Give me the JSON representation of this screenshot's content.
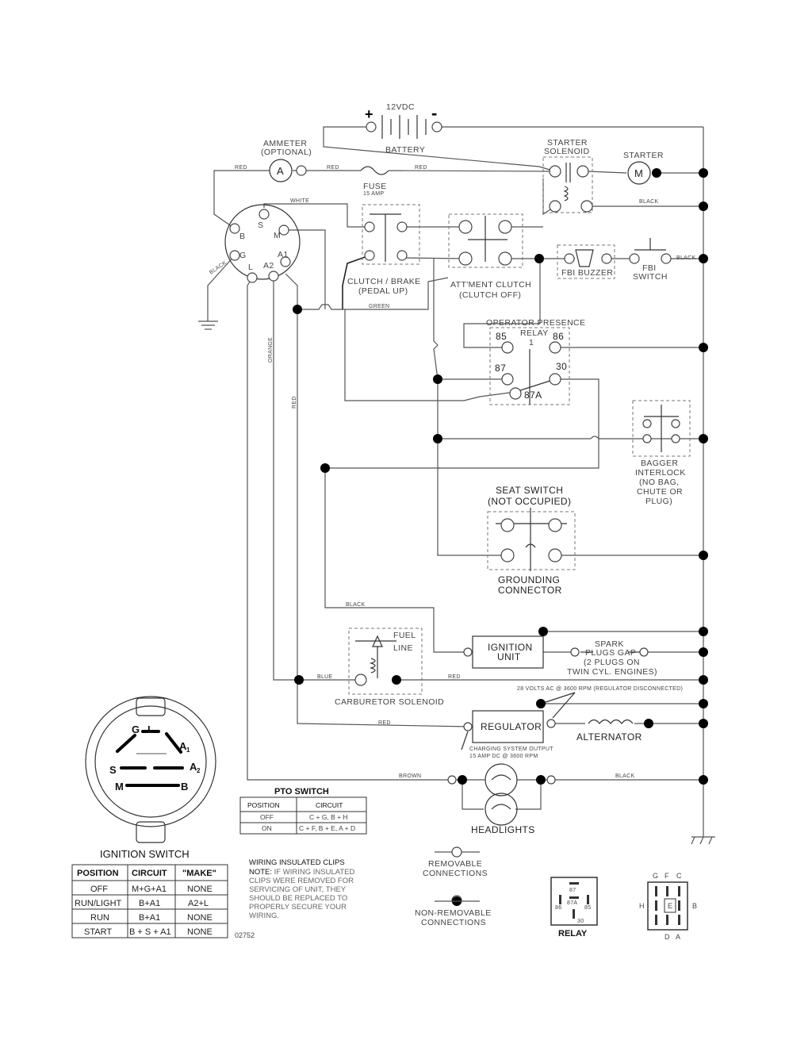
{
  "battery": {
    "voltage": "12VDC",
    "label": "BATTERY",
    "plus": "+",
    "minus": "-"
  },
  "ammeter": {
    "label1": "AMMETER",
    "label2": "(OPTIONAL)",
    "symbol": "A"
  },
  "fuse": {
    "label": "FUSE",
    "rating": "15 AMP"
  },
  "starter_solenoid": {
    "line1": "STARTER",
    "line2": "SOLENOID"
  },
  "starter": {
    "label": "STARTER",
    "symbol": "M"
  },
  "wire_colors": {
    "red": "RED",
    "white": "WHITE",
    "black": "BLACK",
    "green": "GREEN",
    "orange": "ORANGE",
    "blue": "BLUE",
    "brown": "BROWN"
  },
  "ignition_terminals": {
    "b": "B",
    "s": "S",
    "m": "M",
    "g": "G",
    "a1": "A1",
    "l": "L",
    "a2": "A2"
  },
  "clutch_brake": {
    "line1": "CLUTCH / BRAKE",
    "line2": "(PEDAL UP)"
  },
  "attment_clutch": {
    "line1": "ATT'MENT CLUTCH",
    "line2": "(CLUTCH OFF)"
  },
  "fbi_buzzer": "FBI BUZZER",
  "fbi_switch": {
    "line1": "FBI",
    "line2": "SWITCH"
  },
  "operator_relay": {
    "line1": "OPERATOR PRESENCE",
    "line2": "RELAY",
    "num": "1",
    "t85": "85",
    "t86": "86",
    "t87": "87",
    "t30": "30",
    "t87a": "87A"
  },
  "bagger": {
    "lines": [
      "BAGGER",
      "INTERLOCK",
      "(NO BAG,",
      "CHUTE OR",
      "PLUG)"
    ]
  },
  "seat_switch": {
    "line1": "SEAT SWITCH",
    "line2": "(NOT OCCUPIED)"
  },
  "grounding": {
    "line1": "GROUNDING",
    "line2": "CONNECTOR"
  },
  "fuel_line": {
    "line1": "FUEL",
    "line2": "LINE"
  },
  "carb_solenoid": "CARBURETOR SOLENOID",
  "ignition_unit": {
    "line1": "IGNITION",
    "line2": "UNIT"
  },
  "spark": {
    "lines": [
      "SPARK",
      "PLUGS GAP",
      "(2 PLUGS ON",
      "TWIN CYL. ENGINES)"
    ]
  },
  "regulator_note": "28 VOLTS AC @ 3600 RPM (REGULATOR DISCONNECTED)",
  "regulator": "REGULATOR",
  "alternator": "ALTERNATOR",
  "charging": {
    "line1": "CHARGING SYSTEM OUTPUT",
    "line2": "15 AMP DC @ 3600 RPM"
  },
  "headlights": "HEADLIGHTS",
  "ignition_switch": {
    "title": "IGNITION SWITCH",
    "face": {
      "g": "G",
      "l": "L",
      "a1": "A",
      "a1_sub": "1",
      "s": "S",
      "a2": "A",
      "a2_sub": "2",
      "m": "M",
      "b": "B"
    },
    "headers": [
      "POSITION",
      "CIRCUIT",
      "\"MAKE\""
    ],
    "rows": [
      [
        "OFF",
        "M+G+A1",
        "NONE"
      ],
      [
        "RUN/LIGHT",
        "B+A1",
        "A2+L"
      ],
      [
        "RUN",
        "B+A1",
        "NONE"
      ],
      [
        "START",
        "B + S + A1",
        "NONE"
      ]
    ]
  },
  "pto_switch": {
    "title": "PTO SWITCH",
    "headers": [
      "POSITION",
      "CIRCUIT"
    ],
    "rows": [
      [
        "OFF",
        "C + G, B + H"
      ],
      [
        "ON",
        "C + F, B + E, A + D"
      ]
    ]
  },
  "clips_note": {
    "title": "WIRING INSULATED CLIPS",
    "note_label": "NOTE:",
    "lines": [
      " IF WIRING INSULATED",
      "CLIPS WERE REMOVED FOR",
      "SERVICING OF UNIT, THEY",
      "SHOULD BE REPLACED TO",
      "PROPERLY SECURE YOUR",
      "WIRING."
    ]
  },
  "part_number": "02752",
  "removable": {
    "line1": "REMOVABLE",
    "line2": "CONNECTIONS"
  },
  "non_removable": {
    "line1": "NON-REMOVABLE",
    "line2": "CONNECTIONS"
  },
  "relay_legend": {
    "label": "RELAY",
    "t87": "87",
    "t87a": "87A",
    "t86": "86",
    "t85": "85",
    "t30": "30"
  },
  "pto_legend": {
    "g": "G",
    "f": "F",
    "c": "C",
    "h": "H",
    "e": "E",
    "b": "B",
    "d": "D",
    "a": "A"
  }
}
